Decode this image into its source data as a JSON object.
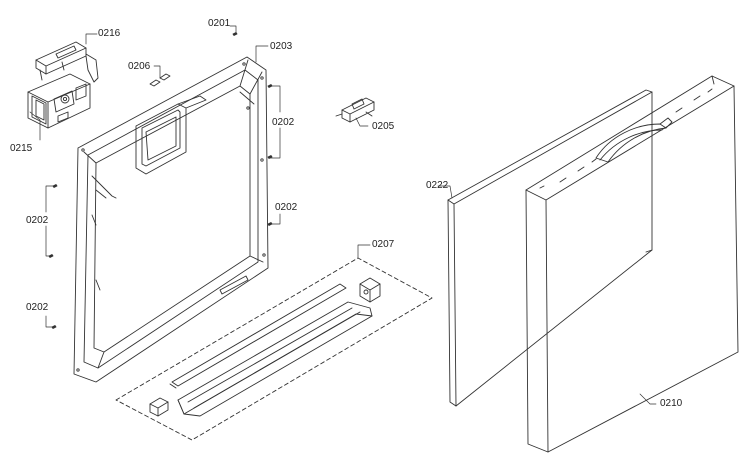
{
  "callouts": {
    "p0216": "0216",
    "p0215": "0215",
    "p0201": "0201",
    "p0206": "0206",
    "p0203": "0203",
    "p0202a": "0202",
    "p0202b": "0202",
    "p0202c": "0202",
    "p0202d": "0202",
    "p0205": "0205",
    "p0207": "0207",
    "p0222": "0222",
    "p0210": "0210"
  }
}
